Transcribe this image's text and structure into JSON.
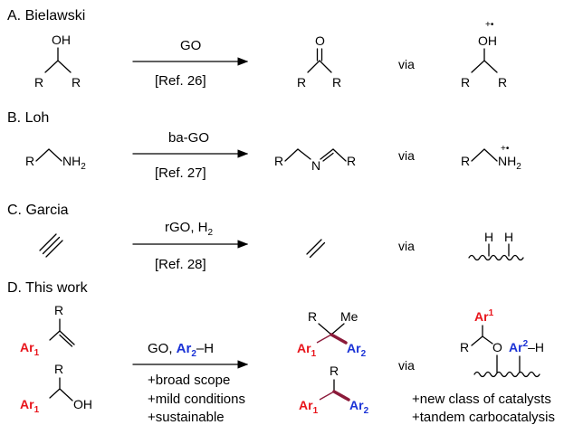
{
  "colors": {
    "red": "#e8141b",
    "blue": "#1a32d6",
    "dark_red": "#8b1a3a",
    "black": "#000000"
  },
  "sections": {
    "a": {
      "title": "A. Bielawski",
      "reagent": "GO",
      "ref": "[Ref. 26]",
      "via": "via"
    },
    "b": {
      "title": "B. Loh",
      "reagent": "ba-GO",
      "ref": "[Ref. 27]",
      "via": "via"
    },
    "c": {
      "title": "C. Garcia",
      "reagent_prefix": "rGO, H",
      "reagent_sub": "2",
      "ref": "[Ref. 28]",
      "via": "via"
    },
    "d": {
      "title": "D. This work",
      "reagent_prefix": "GO, ",
      "reagent_ar": "Ar",
      "reagent_ar_sub": "2",
      "reagent_suffix": "–H",
      "features": [
        "+broad scope",
        "+mild conditions",
        "+sustainable"
      ],
      "via": "via",
      "catalyst_notes": [
        "+new class of catalysts",
        "+tandem carbocatalysis"
      ]
    }
  },
  "labels": {
    "R": "R",
    "OH": "OH",
    "O": "O",
    "N": "N",
    "NH": "NH",
    "H": "H",
    "Me": "Me",
    "Ar": "Ar",
    "sub1": "1",
    "sub2": "2",
    "sup1": "1",
    "sup2": "2",
    "radical_cation": "+•",
    "minus_H": "–H"
  }
}
